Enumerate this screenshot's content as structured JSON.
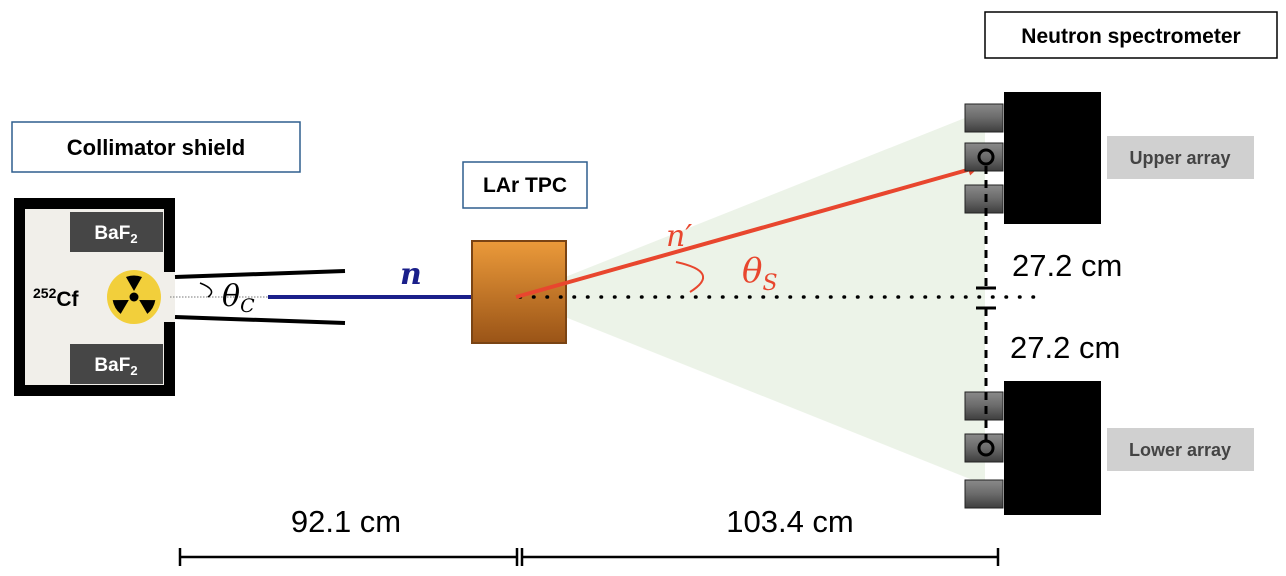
{
  "labels": {
    "collimator_shield": "Collimator shield",
    "lar_tpc": "LAr TPC",
    "neutron_spectrometer": "Neutron spectrometer",
    "upper_array": "Upper array",
    "lower_array": "Lower array",
    "baf2": "BaF",
    "baf2_sub": "2",
    "source_mass": "252",
    "source_elem": "Cf"
  },
  "symbols": {
    "n": "n",
    "n_prime": "n′",
    "theta": "θ",
    "theta_c_sub": "C",
    "theta_s_sub": "S"
  },
  "dimensions": {
    "source_to_tpc": "92.1 cm",
    "tpc_to_spectrometer": "103.4 cm",
    "upper_offset": "27.2 cm",
    "lower_offset": "27.2 cm"
  },
  "colors": {
    "incident_beam": "#1a1f8a",
    "scattered_beam": "#e8462e",
    "tpc_fill_top": "#eb9a3a",
    "tpc_fill_bottom": "#9a5417",
    "cone": "#e9f1e4",
    "box_border": "#2f5e8e",
    "array_label_bg": "#d0d0d0",
    "array_label_text": "#444444",
    "baf2_bg": "#464646",
    "radiation_yellow": "#f2cf3b"
  },
  "icons": {
    "source": "radiation-icon"
  }
}
